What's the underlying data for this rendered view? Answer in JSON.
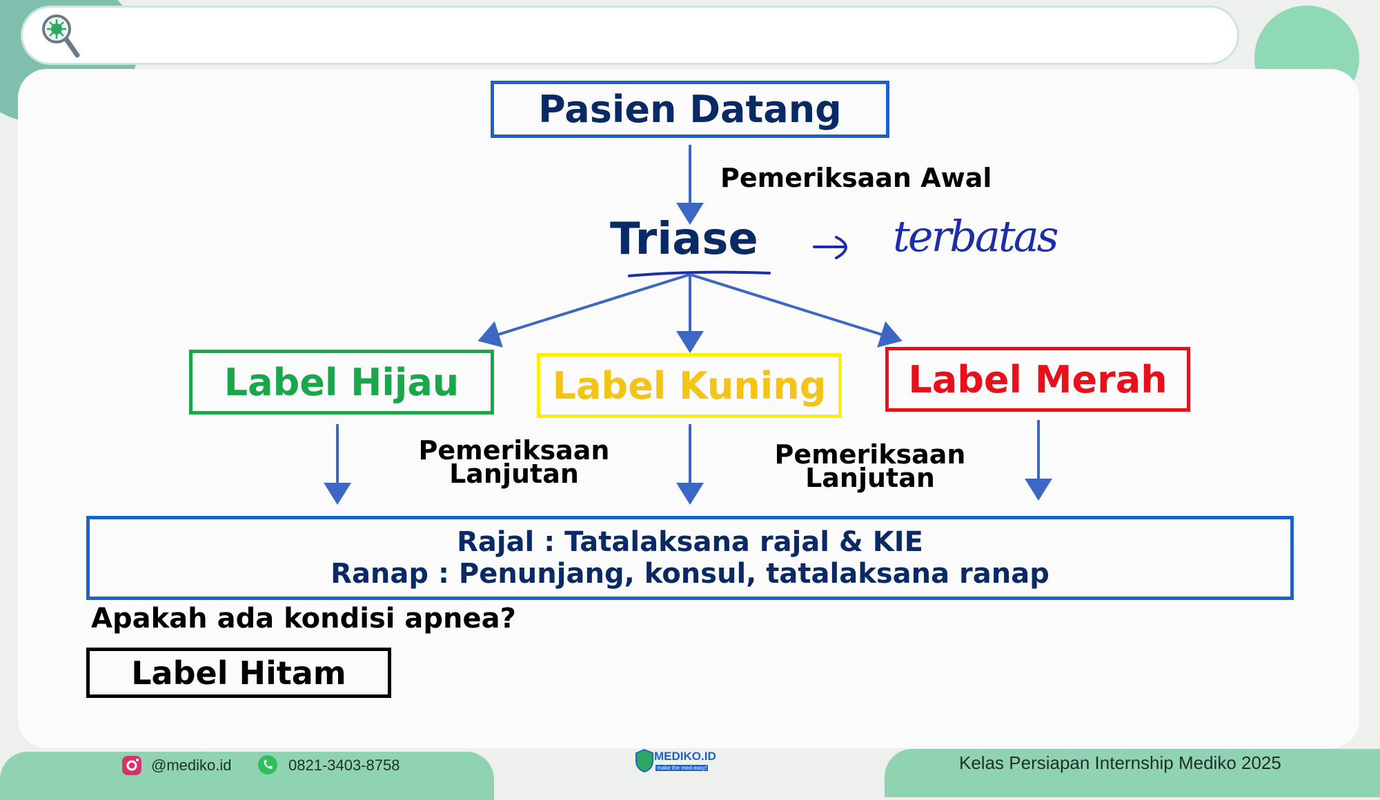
{
  "colors": {
    "navy": "#0a2a66",
    "arrow": "#3d67c4",
    "green": "#1aa64a",
    "yellow": "#f5c316",
    "yellow_border": "#ffee00",
    "red": "#e8101a",
    "blue_border": "#1b63c9",
    "handwriting": "#1c2fa8",
    "mint": "#8fd3b3"
  },
  "diagram": {
    "start_node": "Pasien Datang",
    "step1_label": "Pemeriksaan Awal",
    "triage_node": "Triase",
    "handwritten_note": "terbatas",
    "labels": {
      "green": "Label Hijau",
      "yellow": "Label Kuning",
      "red": "Label Merah"
    },
    "followup_left": [
      "Pemeriksaan",
      "Lanjutan"
    ],
    "followup_right": [
      "Pemeriksaan",
      "Lanjutan"
    ],
    "outcome": {
      "line1": "Rajal : Tatalaksana rajal & KIE",
      "line2": "Ranap : Penunjang, konsul, tatalaksana ranap"
    },
    "question": "Apakah ada kondisi apnea?",
    "black_label": "Label Hitam"
  },
  "footer": {
    "instagram_icon": "instagram-icon",
    "instagram": "@mediko.id",
    "whatsapp_icon": "whatsapp-icon",
    "phone": "0821-3403-8758",
    "logo": "MEDIKO.ID",
    "logo_tagline": "make the med-easy!",
    "course": "Kelas Persiapan Internship Mediko 2025"
  }
}
